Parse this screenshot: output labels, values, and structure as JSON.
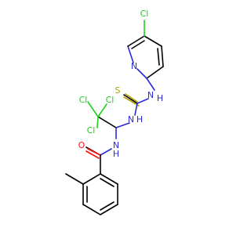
{
  "atoms": {
    "cl_pyridine": "Cl",
    "n_ring": "N",
    "nh_thiourea_top": "N",
    "h_top": "H",
    "s_thione": "S",
    "nh_thiourea_mid": "N",
    "h_mid": "H",
    "cl_1": "Cl",
    "cl_2": "Cl",
    "cl_3": "Cl",
    "nh_amide": "N",
    "h_amide": "H",
    "o_carbonyl": "O"
  },
  "colors": {
    "carbon_bond": "#000000",
    "nitrogen": "#2a2ad8",
    "oxygen": "#ff0d0d",
    "sulfur": "#b3a300",
    "chlorine": "#1fd01f"
  }
}
